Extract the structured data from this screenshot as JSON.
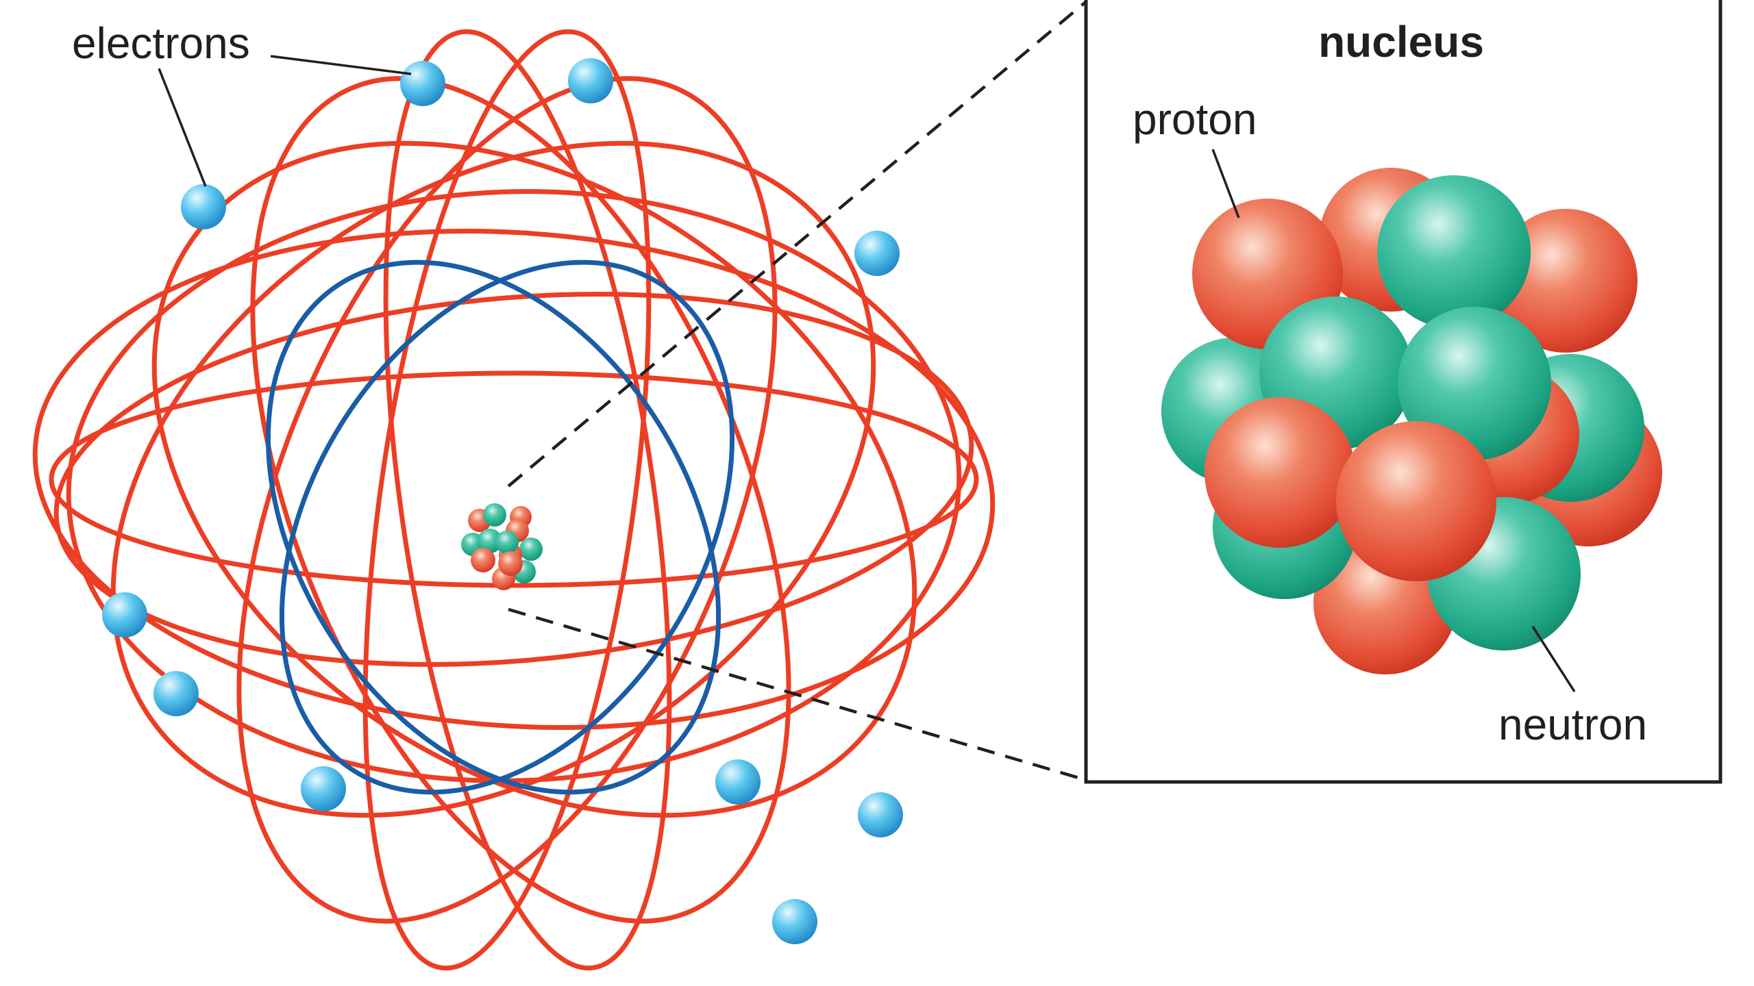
{
  "labels": {
    "electrons": "electrons",
    "nucleus": "nucleus",
    "proton": "proton",
    "neutron": "neutron"
  },
  "colors": {
    "orbit_outer": "#ec3e24",
    "orbit_inner": "#1a5da6",
    "electron": "#4fc1ec",
    "proton": "#ea5e48",
    "neutron": "#28b697",
    "line": "#231f20"
  }
}
